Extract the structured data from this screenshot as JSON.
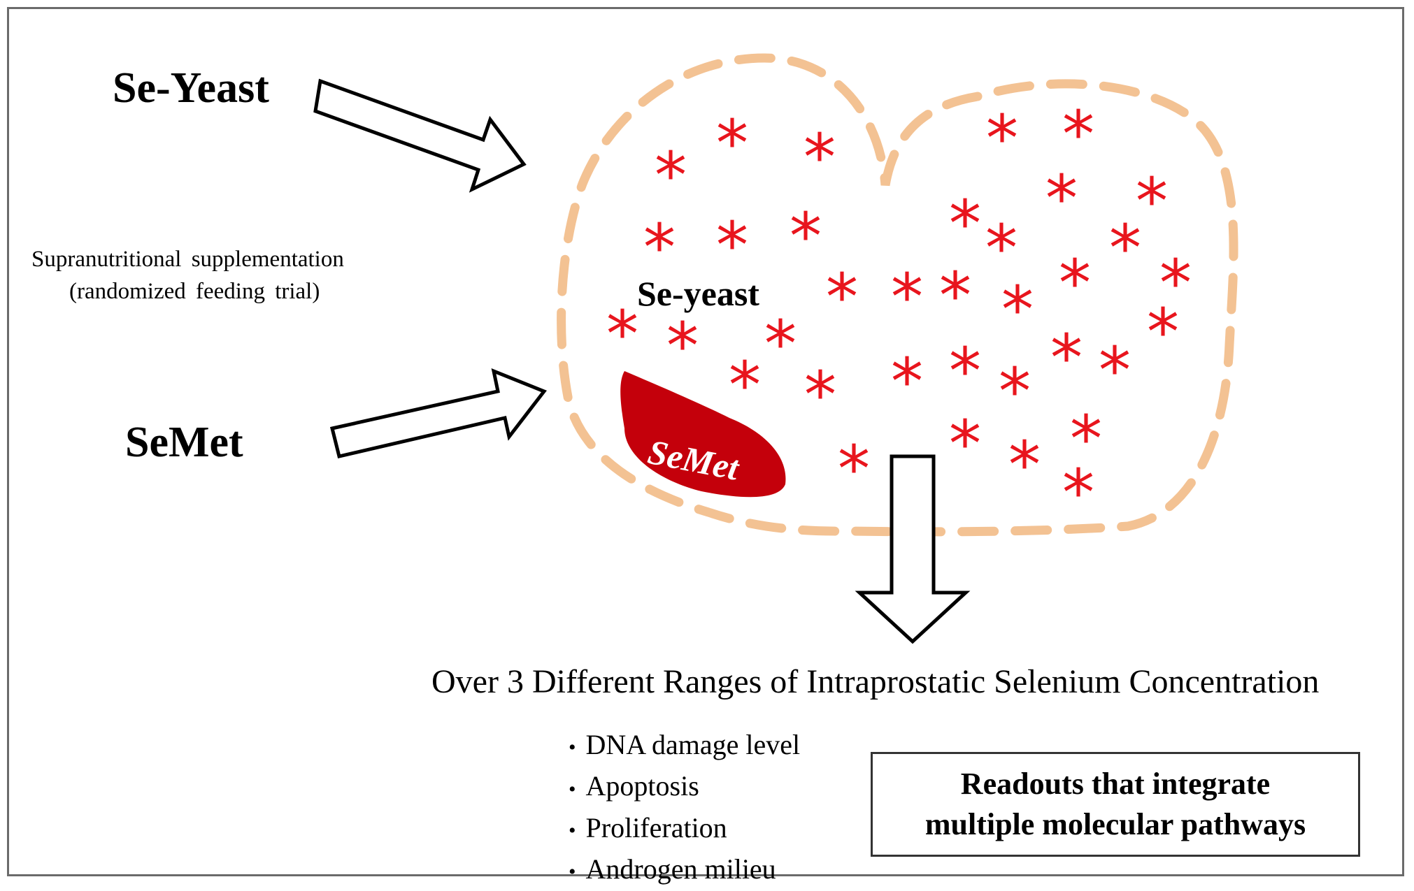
{
  "inputs": {
    "se_yeast_label": "Se-Yeast",
    "semet_label": "SeMet"
  },
  "supplementation": {
    "line1": "Supranutritional supplementation",
    "line2": "(randomized feeding trial)"
  },
  "prostate": {
    "se_yeast_label": "Se-yeast",
    "semet_label": "SeMet"
  },
  "concentration_title": "Over 3 Different Ranges of Intraprostatic Selenium Concentration",
  "readouts": {
    "items": [
      "DNA damage level",
      "Apoptosis",
      "Proliferation",
      "Androgen milieu"
    ],
    "box_line1": "Readouts that integrate",
    "box_line2": "multiple molecular pathways"
  },
  "colors": {
    "dashed_outline": "#f3c293",
    "asterisk": "#e8151d",
    "semet_blob": "#c4000b",
    "arrow_stroke": "#000000",
    "frame": "#6b6b6b"
  },
  "asterisk_glyph": "*"
}
